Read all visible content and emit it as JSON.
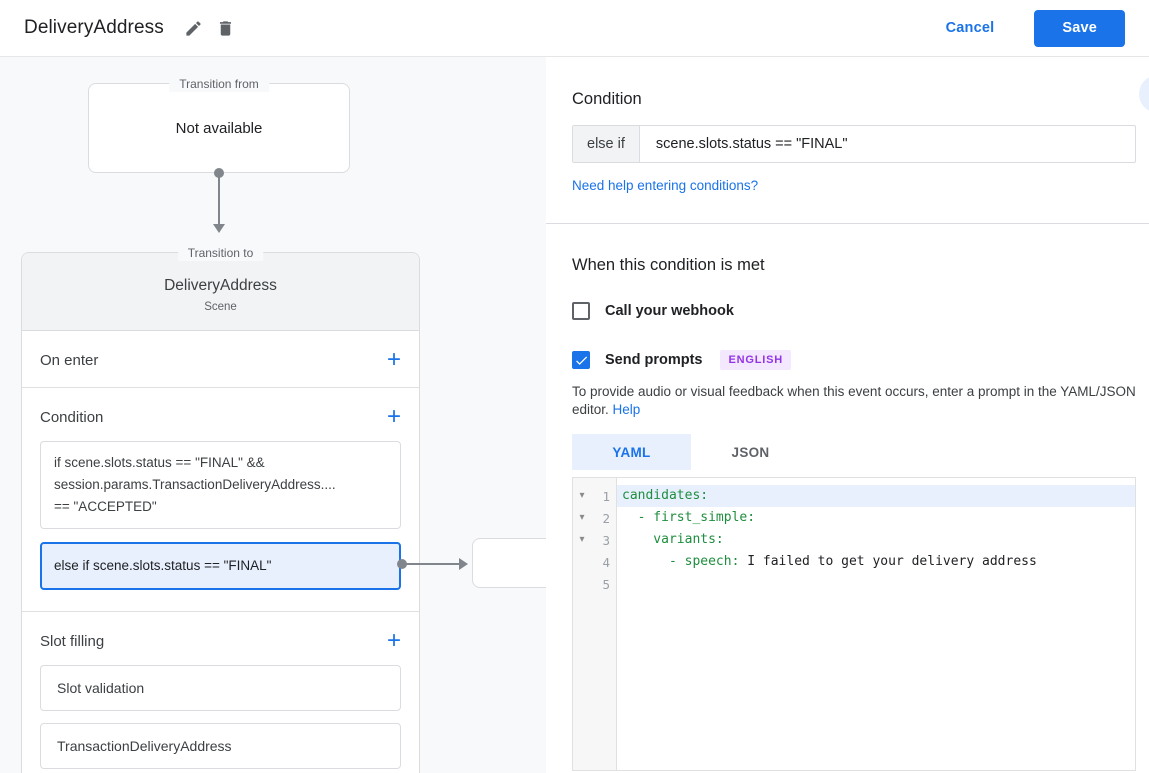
{
  "header": {
    "title": "DeliveryAddress",
    "cancel_label": "Cancel",
    "save_label": "Save"
  },
  "icons": {
    "add": "+",
    "fold": "▾"
  },
  "flow": {
    "transition_from_label": "Transition from",
    "transition_from_value": "Not available",
    "transition_to_label": "Transition to",
    "scene_name": "DeliveryAddress",
    "scene_type": "Scene",
    "on_enter_label": "On enter",
    "condition_label": "Condition",
    "condition_1_lines": {
      "0": "if scene.slots.status == \"FINAL\" &&",
      "1": "session.params.TransactionDeliveryAddress....",
      "2": "== \"ACCEPTED\""
    },
    "condition_2": "else if scene.slots.status == \"FINAL\"",
    "slot_filling_label": "Slot filling",
    "slot_items": {
      "0": "Slot validation",
      "1": "TransactionDeliveryAddress"
    }
  },
  "panel": {
    "condition_heading": "Condition",
    "condition_prefix": "else if",
    "condition_value": "scene.slots.status == \"FINAL\"",
    "help_link": "Need help entering conditions?",
    "when_heading": "When this condition is met",
    "webhook_label": "Call your webhook",
    "prompts_label": "Send prompts",
    "language_badge": "ENGLISH",
    "description": "To provide audio or visual feedback when this event occurs, enter a prompt in the YAML/JSON editor.",
    "description_help_link": "Help",
    "tab_yaml": "YAML",
    "tab_json": "JSON"
  },
  "editor": {
    "line_numbers": {
      "0": "1",
      "1": "2",
      "2": "3",
      "3": "4",
      "4": "5"
    },
    "lines": {
      "0": {
        "key": "candidates:",
        "value": ""
      },
      "1": {
        "key": "  - first_simple:",
        "value": ""
      },
      "2": {
        "key": "    variants:",
        "value": ""
      },
      "3": {
        "key": "      - speech:",
        "value": " I failed to get your delivery address"
      },
      "4": {
        "key": "",
        "value": ""
      }
    }
  },
  "colors": {
    "accent": "#1a73e8",
    "selected_bg": "#e8f0fe",
    "badge_bg": "#f3e8fd",
    "badge_text": "#9334e6",
    "code_key": "#1e8e3e",
    "connector": "#80868b"
  }
}
